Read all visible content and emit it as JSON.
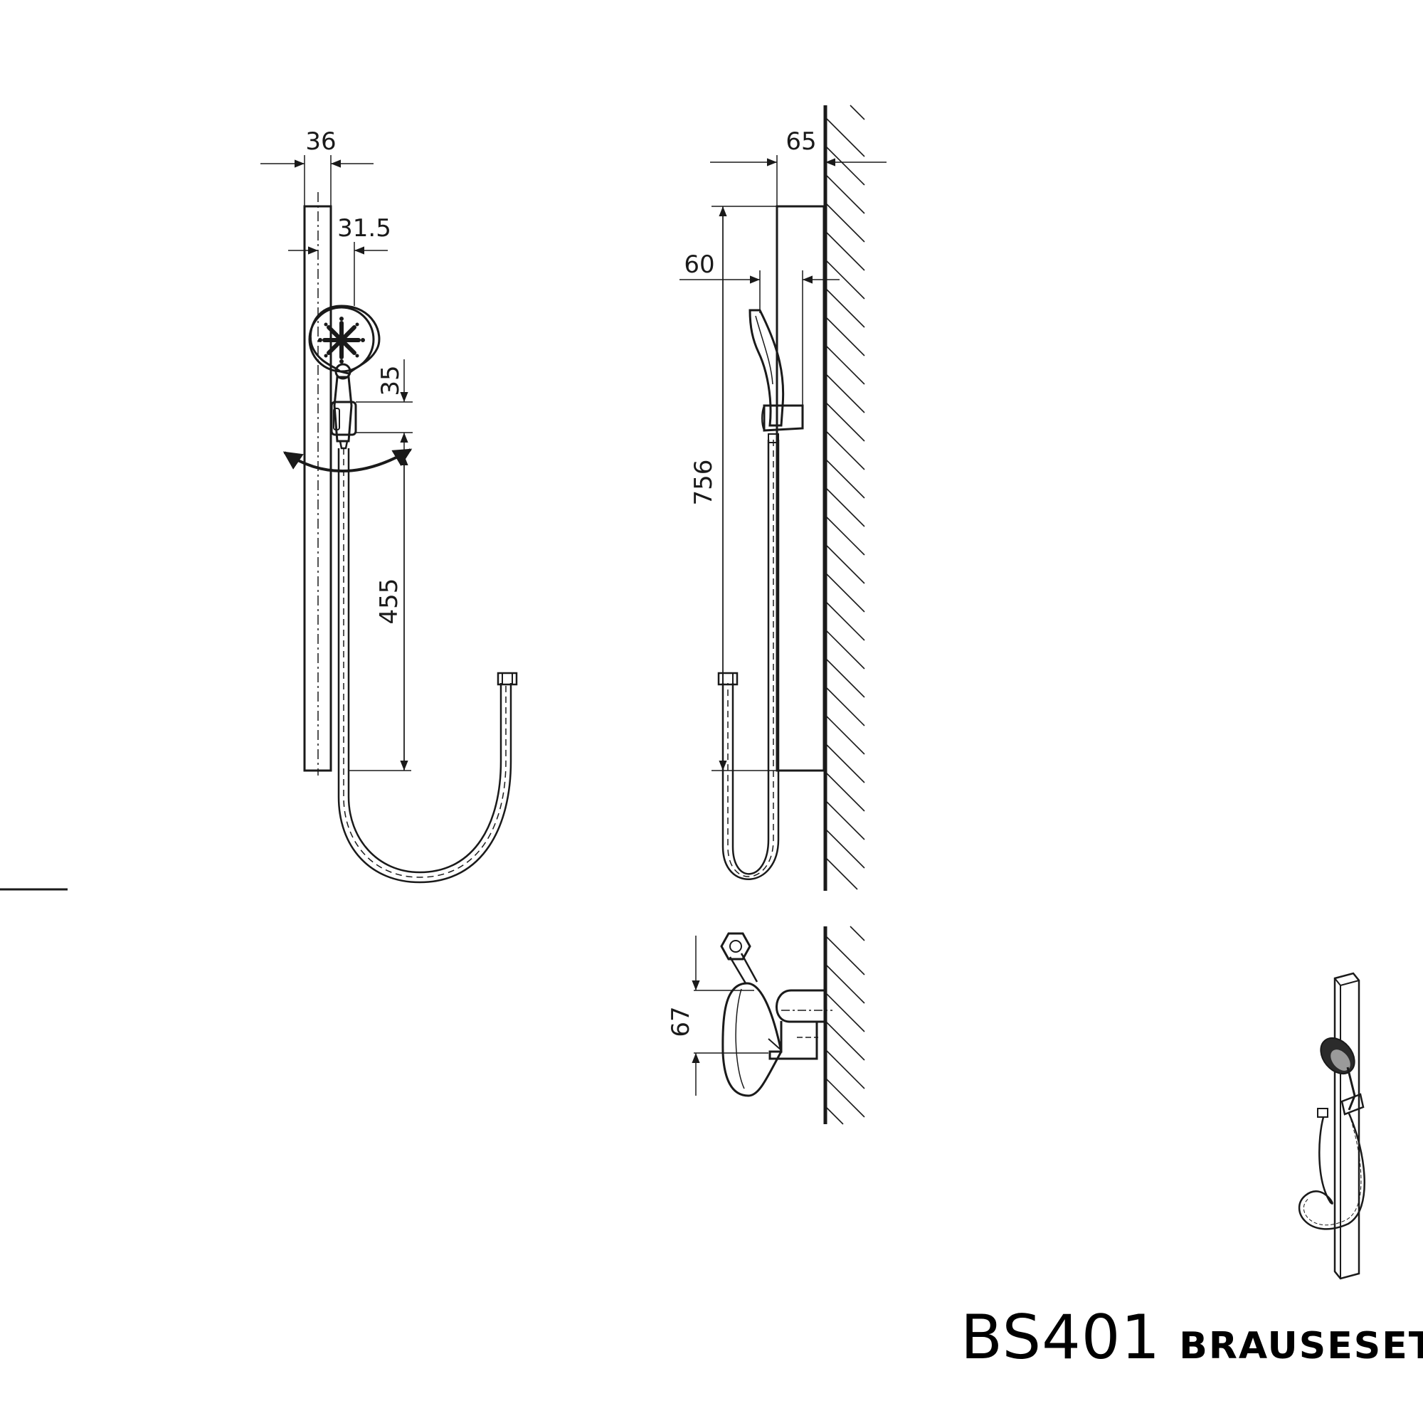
{
  "dimensions": {
    "front_bar_width": "36",
    "front_holder_offset": "31.5",
    "front_holder_height": "35",
    "front_holder_to_bottom": "455",
    "side_projection": "65",
    "side_holder_depth": "60",
    "side_bar_length": "756",
    "top_holder_width": "67"
  },
  "title": {
    "code": "BS401",
    "name": "BRAUSESET"
  },
  "colors": {
    "line": "#1a1a1a",
    "background": "#ffffff"
  }
}
